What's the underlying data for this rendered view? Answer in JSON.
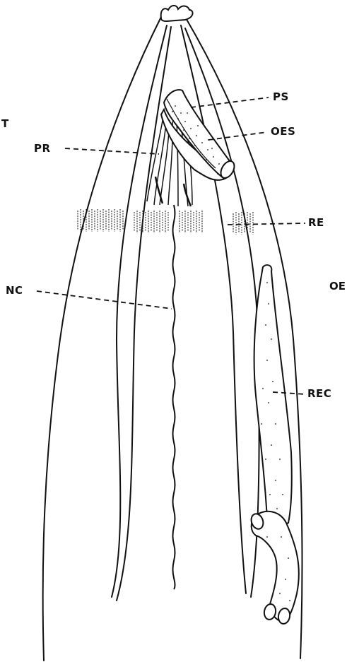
{
  "labels": {
    "ps": "PS",
    "oes": "OES",
    "pr": "PR",
    "re": "RE",
    "nc": "NC",
    "rec": "REC"
  },
  "edge_text": {
    "left_top": "T",
    "right_middle": "OE"
  },
  "colors": {
    "ink": "#111111",
    "background": "#ffffff"
  }
}
